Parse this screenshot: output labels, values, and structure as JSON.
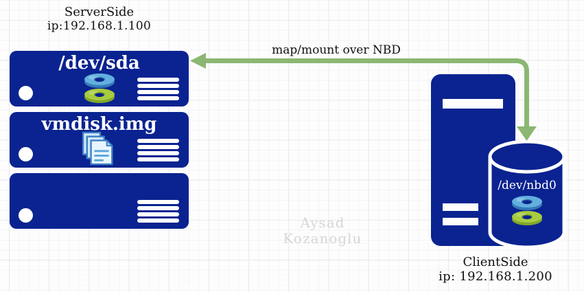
{
  "server": {
    "title": "ServerSide",
    "ip": "ip:192.168.1.100",
    "racks": [
      {
        "label": "/dev/sda",
        "icon": "disk-stack-icon"
      },
      {
        "label": "vmdisk.img",
        "icon": "files-icon"
      },
      {
        "label": "",
        "icon": ""
      }
    ]
  },
  "client": {
    "title": "ClientSide",
    "ip": "ip: 192.168.1.200",
    "device": "/dev/nbd0",
    "icons": [
      "computer-tower-icon",
      "disk-cylinder-icon",
      "disk-stack-icon"
    ]
  },
  "connection": {
    "label": "map/mount over NBD"
  },
  "watermark": {
    "line1": "Aysad",
    "line2": "Kozanoglu"
  },
  "colors": {
    "navy": "#0a2390",
    "arrow_green": "#8bb772",
    "disc_blue_top": "#62aede",
    "disc_blue_side": "#3579b8",
    "disc_green_top": "#a8cc3f",
    "disc_green_side": "#7fa62e",
    "grid_major": "#e9e9ed",
    "grid_minor": "#f4f4f7"
  }
}
